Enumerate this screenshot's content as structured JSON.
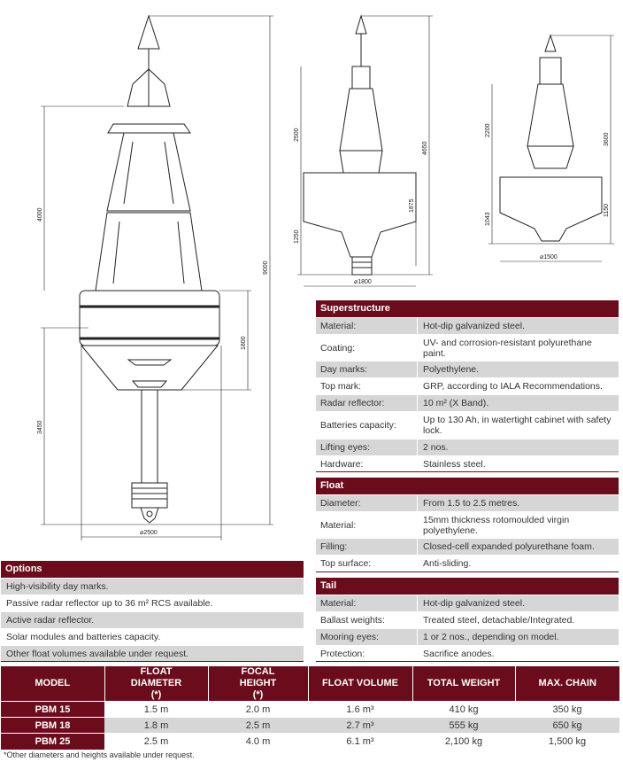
{
  "drawings": {
    "large": {
      "dims": [
        "4000",
        "9000",
        "1800",
        "3450",
        "⌀2500"
      ]
    },
    "medium": {
      "dims": [
        "2500",
        "4650",
        "1875",
        "1250",
        "⌀1800"
      ]
    },
    "small": {
      "dims": [
        "2200",
        "3600",
        "1150",
        "1043",
        "⌀1500"
      ]
    }
  },
  "superstructure": {
    "title": "Superstructure",
    "rows": [
      {
        "label": "Material:",
        "value": "Hot-dip galvanized steel."
      },
      {
        "label": "Coating:",
        "value": "UV- and corrosion-resistant polyurethane paint."
      },
      {
        "label": "Day marks:",
        "value": "Polyethylene."
      },
      {
        "label": "Top mark:",
        "value": "GRP, according to IALA Recommendations."
      },
      {
        "label": "Radar reflector:",
        "value": "10 m² (X Band)."
      },
      {
        "label": "Batteries capacity:",
        "value": "Up to 130 Ah, in watertight cabinet with safety lock."
      },
      {
        "label": "Lifting eyes:",
        "value": "2 nos."
      },
      {
        "label": "Hardware:",
        "value": "Stainless steel."
      }
    ]
  },
  "float": {
    "title": "Float",
    "rows": [
      {
        "label": "Diameter:",
        "value": "From 1.5 to 2.5 metres."
      },
      {
        "label": "Material:",
        "value": "15mm thickness rotomoulded virgin polyethylene."
      },
      {
        "label": "Filling:",
        "value": "Closed-cell expanded polyurethane foam."
      },
      {
        "label": "Top surface:",
        "value": "Anti-sliding."
      }
    ]
  },
  "tail": {
    "title": "Tail",
    "rows": [
      {
        "label": "Material:",
        "value": "Hot-dip galvanized steel."
      },
      {
        "label": "Ballast weights:",
        "value": "Treated steel, detachable/Integrated."
      },
      {
        "label": "Mooring eyes:",
        "value": "1 or 2 nos., depending on model."
      },
      {
        "label": "Protection:",
        "value": "Sacrifice anodes."
      }
    ]
  },
  "options": {
    "title": "Options",
    "items": [
      "High-visibility day marks.",
      "Passive radar reflector up to 36 m² RCS available.",
      "Active radar reflector.",
      "Solar modules and batteries capacity.",
      "Other float volumes available under request."
    ]
  },
  "models": {
    "headers": [
      "MODEL",
      "FLOAT DIAMETER (*)",
      "FOCAL HEIGHT (*)",
      "FLOAT VOLUME",
      "TOTAL WEIGHT",
      "MAX. CHAIN"
    ],
    "rows": [
      [
        "PBM 15",
        "1.5 m",
        "2.0 m",
        "1.6 m³",
        "410 kg",
        "350 kg"
      ],
      [
        "PBM 18",
        "1.8 m",
        "2.5 m",
        "2.7 m³",
        "555 kg",
        "650 kg"
      ],
      [
        "PBM 25",
        "2.5 m",
        "4.0 m",
        "6.1 m³",
        "2,100 kg",
        "1,500 kg"
      ]
    ],
    "footnote": "*Other diameters and heights available under request."
  },
  "colors": {
    "header": "#6b0c1c",
    "alt_row": "#d6d6d6"
  }
}
